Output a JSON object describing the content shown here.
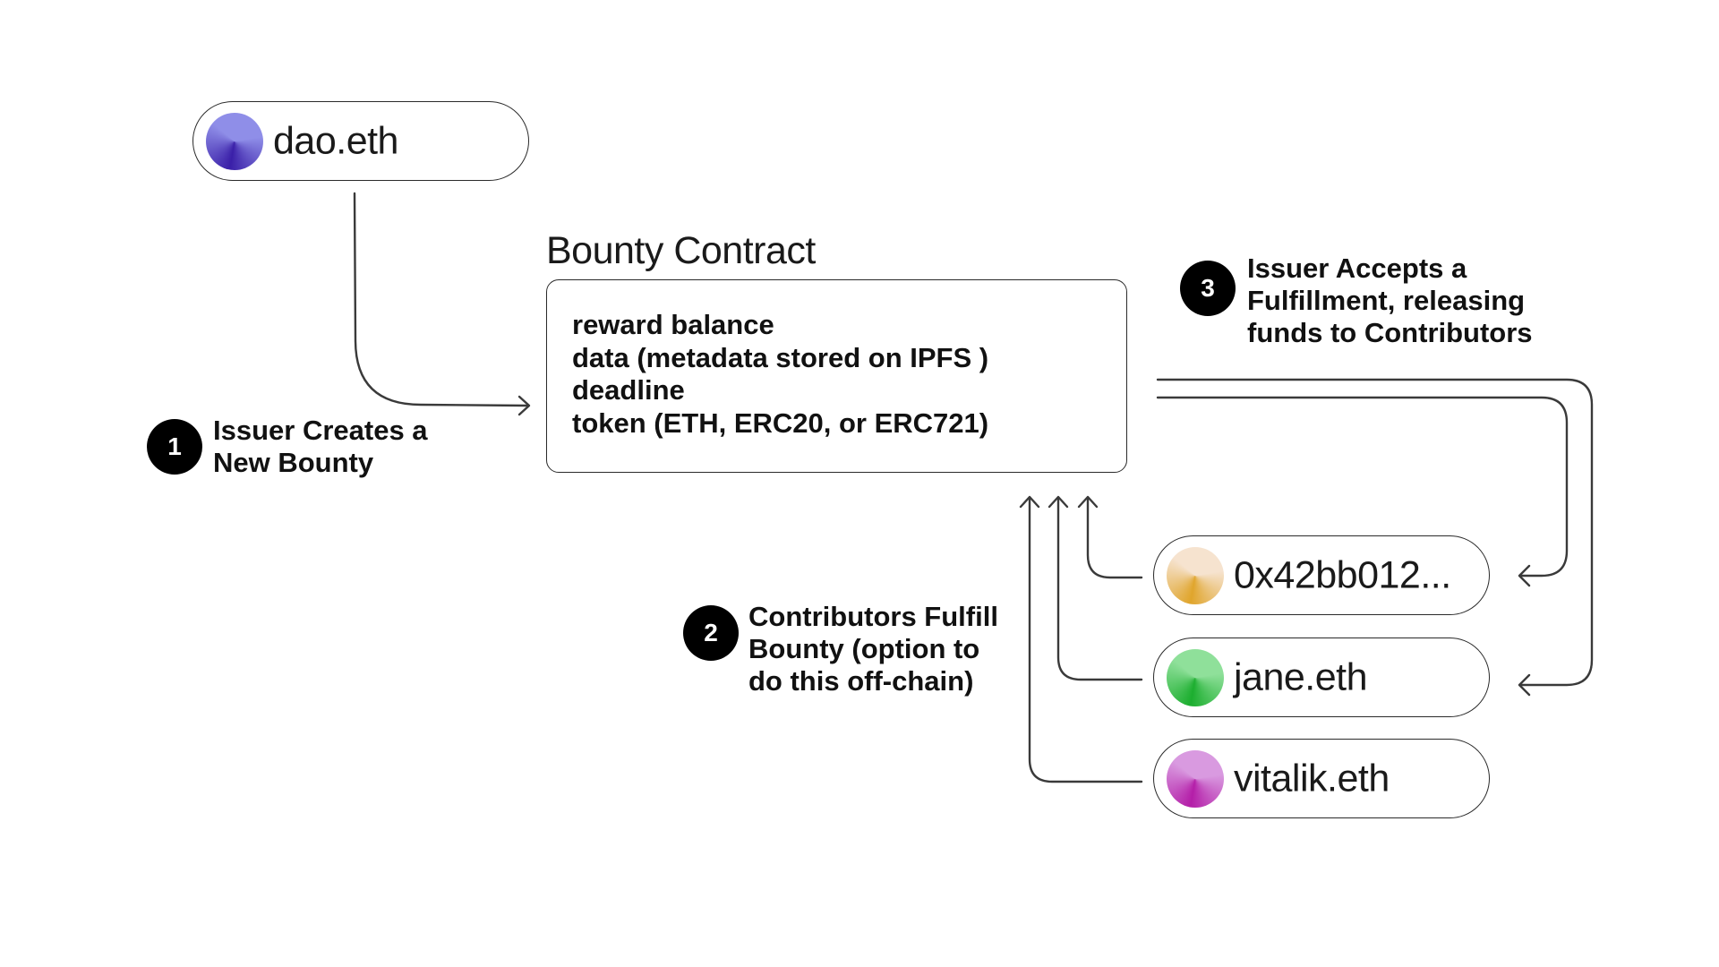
{
  "issuer": {
    "label": "dao.eth",
    "avatar_colors": [
      "#3a1fa8",
      "#8f8ee8"
    ]
  },
  "contract": {
    "title": "Bounty Contract",
    "fields": [
      "reward balance",
      "data (metadata stored on IPFS )",
      "deadline",
      "token (ETH, ERC20, or ERC721)"
    ]
  },
  "steps": [
    {
      "number": "1",
      "lines": [
        "Issuer Creates a",
        "New Bounty"
      ]
    },
    {
      "number": "2",
      "lines": [
        "Contributors Fulfill",
        "Bounty (option to",
        "do this off-chain)"
      ]
    },
    {
      "number": "3",
      "lines": [
        "Issuer Accepts a",
        "Fulfillment, releasing",
        "funds to Contributors"
      ]
    }
  ],
  "contributors": [
    {
      "label": "0x42bb012...",
      "avatar_colors": [
        "#e0a52c",
        "#f6e3cf"
      ]
    },
    {
      "label": "jane.eth",
      "avatar_colors": [
        "#1cae2f",
        "#8fe09a"
      ]
    },
    {
      "label": "vitalik.eth",
      "avatar_colors": [
        "#b41ea8",
        "#d99ae0"
      ]
    }
  ],
  "colors": {
    "stroke": "#3a3a3a",
    "badge": "#000000",
    "text": "#111111"
  }
}
